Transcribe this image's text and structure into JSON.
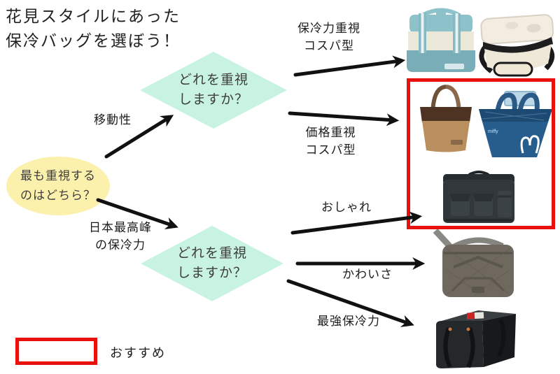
{
  "title": {
    "line1": "花見スタイルにあった",
    "line2": "保冷バッグを選ぼう！"
  },
  "flow": {
    "start": {
      "line1": "最も重視する",
      "line2": "のはどちら？"
    },
    "decision_top": {
      "line1": "どれを重視",
      "line2": "しますか？"
    },
    "decision_bottom": {
      "line1": "どれを重視",
      "line2": "しますか？"
    },
    "branches": {
      "mobility": "移動性",
      "top_cooling_line1": "日本最高峰",
      "top_cooling_line2": "の保冷力"
    },
    "outcomes": {
      "cooling_cospa_line1": "保冷力重視",
      "cooling_cospa_line2": "コスパ型",
      "price_cospa_line1": "価格重視",
      "price_cospa_line2": "コスパ型",
      "stylish": "おしゃれ",
      "cute": "かわいさ",
      "strongest_cooling": "最強保冷力"
    }
  },
  "legend": {
    "recommended_label": "おすすめ"
  },
  "products": {
    "miffy_logo_text": "miffy",
    "images": [
      "teal-soft-cooler-bag",
      "cream-hard-top-cooler",
      "brown-tote-cooler-bag",
      "navy-miffy-tote-cooler",
      "black-soft-cooler-box",
      "gray-shoulder-cooler-bag",
      "black-cooler-box"
    ]
  },
  "colors": {
    "diamond_fill": "#c9f3e1",
    "ellipse_fill": "#fcf0ad",
    "highlight_red": "#e9110e",
    "arrow_color": "#111111",
    "text_color": "#1c1c1c"
  }
}
